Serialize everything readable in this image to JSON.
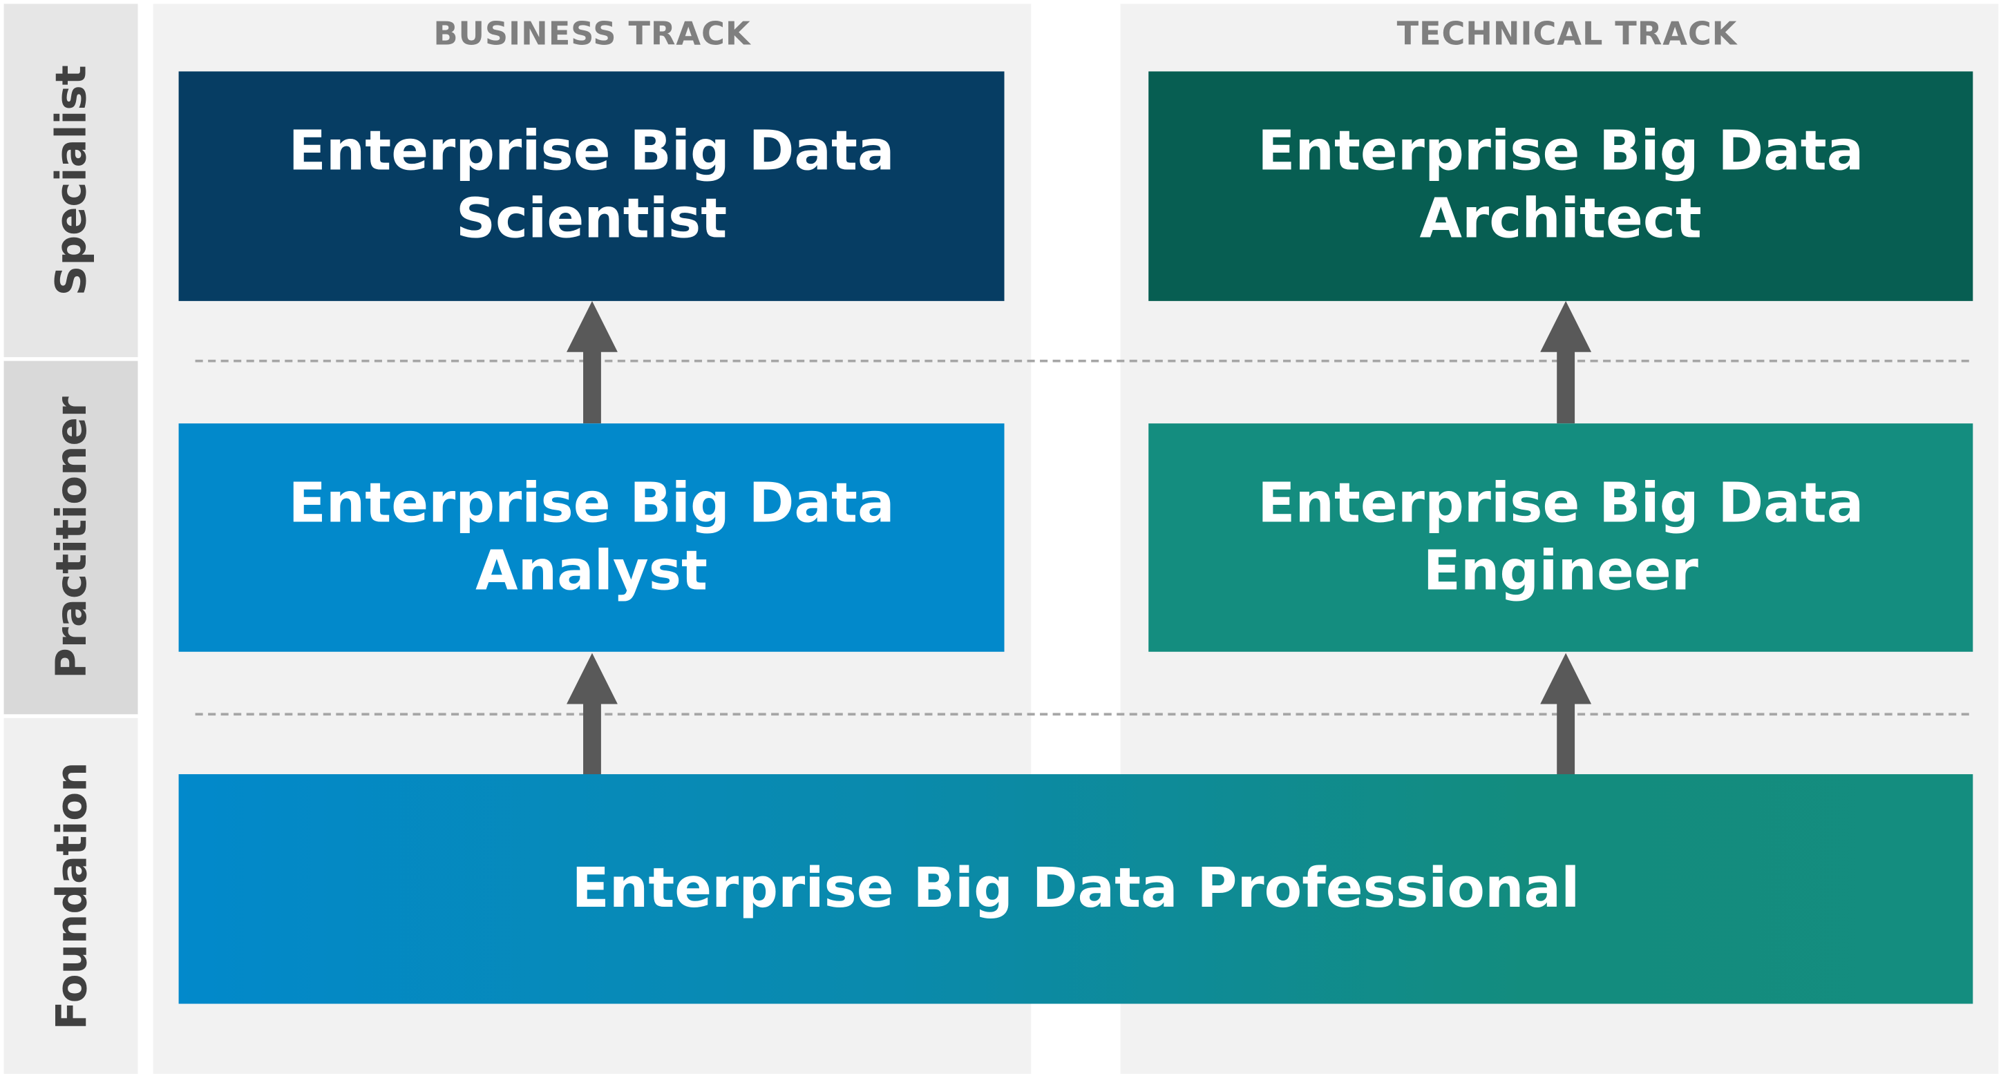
{
  "levels": [
    "Specialist",
    "Practitioner",
    "Foundation"
  ],
  "tracks": {
    "business": "BUSINESS TRACK",
    "technical": "TECHNICAL TRACK"
  },
  "certifications": {
    "scientist": {
      "line1": "Enterprise Big Data",
      "line2": "Scientist"
    },
    "architect": {
      "line1": "Enterprise Big Data",
      "line2": "Architect"
    },
    "analyst": {
      "line1": "Enterprise Big Data",
      "line2": "Analyst"
    },
    "engineer": {
      "line1": "Enterprise Big Data",
      "line2": "Engineer"
    },
    "professional": {
      "label": "Enterprise Big Data Professional"
    }
  },
  "colors": {
    "scientist": "#063d63",
    "architect": "#075e52",
    "analyst": "#0289cb",
    "engineer": "#148d7f",
    "professional_gradient": [
      "#0289cb",
      "#138c7e"
    ],
    "arrow": "#595959"
  }
}
